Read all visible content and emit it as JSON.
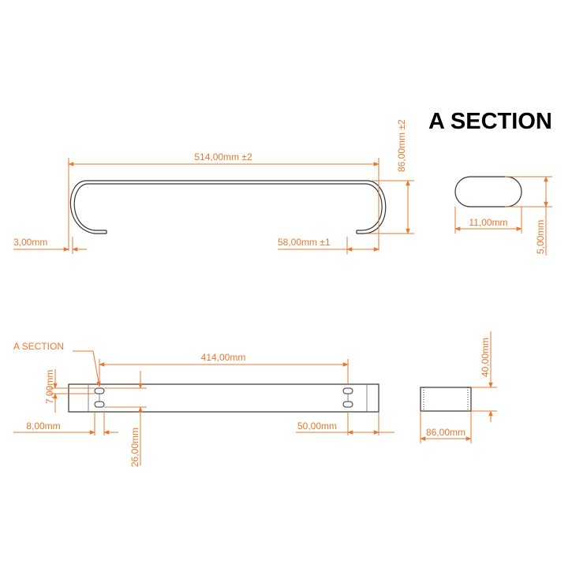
{
  "title": "A SECTION",
  "colors": {
    "dimension": "#e8772e",
    "part": "#333333",
    "background": "#ffffff"
  },
  "dimensions": {
    "total_length": "514,00mm ±2",
    "height": "86,00mm ±2",
    "thickness": "3,00mm",
    "hook_depth": "58,00mm ±1",
    "section_width": "11,00mm",
    "section_height": "5,00mm",
    "hole_distance": "414,00mm",
    "hole_length": "7,00mm",
    "edge_offset": "8,00mm",
    "inner_offset": "26,00mm",
    "end_offset": "50,00mm",
    "side_height": "40,00mm",
    "side_width": "86,00mm"
  },
  "section_callout": "A SECTION"
}
